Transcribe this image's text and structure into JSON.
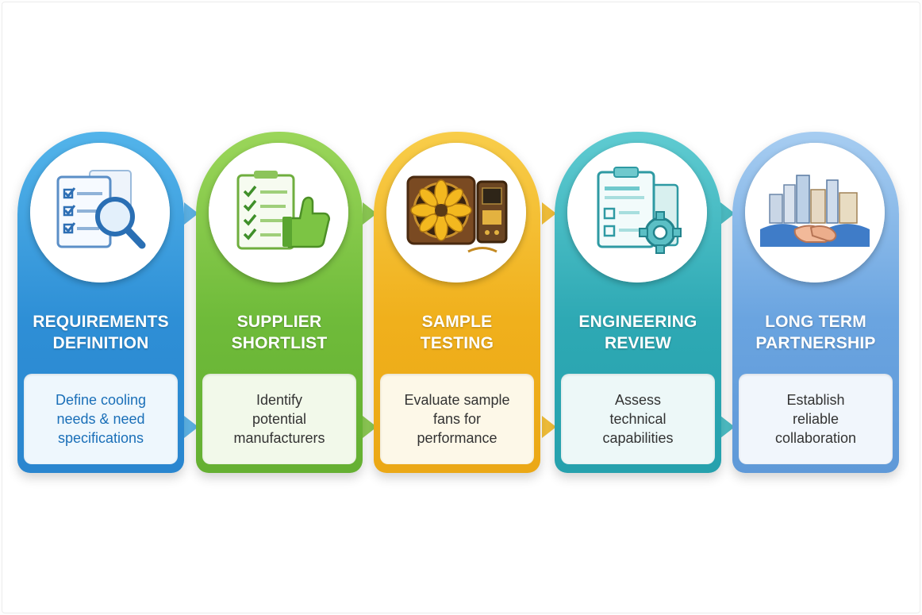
{
  "steps": [
    {
      "title_line1": "REQUIREMENTS",
      "title_line2": "DEFINITION",
      "desc_line1": "Define cooling",
      "desc_line2": "needs & need",
      "desc_line3": "specifications",
      "icon": "checklist-magnifier-icon",
      "color": "#2e8fd6"
    },
    {
      "title_line1": "SUPPLIER",
      "title_line2": "SHORTLIST",
      "desc_line1": "Identify",
      "desc_line2": "potential",
      "desc_line3": "manufacturers",
      "icon": "checklist-thumbs-up-icon",
      "color": "#6fbb3a"
    },
    {
      "title_line1": "SAMPLE",
      "title_line2": "TESTING",
      "desc_line1": "Evaluate sample",
      "desc_line2": "fans for",
      "desc_line3": "performance",
      "icon": "fan-tester-icon",
      "color": "#f0b01c"
    },
    {
      "title_line1": "ENGINEERING",
      "title_line2": "REVIEW",
      "desc_line1": "Assess",
      "desc_line2": "technical",
      "desc_line3": "capabilities",
      "icon": "clipboard-gear-icon",
      "color": "#2ea9b4"
    },
    {
      "title_line1": "LONG TERM",
      "title_line2": "PARTNERSHIP",
      "desc_line1": "Establish",
      "desc_line2": "reliable",
      "desc_line3": "collaboration",
      "icon": "handshake-city-icon",
      "color": "#6aa4e0"
    }
  ]
}
